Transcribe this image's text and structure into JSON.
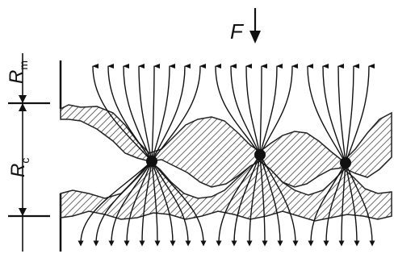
{
  "labels": {
    "force": "F",
    "rm_main": "R",
    "rm_sub": "m",
    "rc_main": "R",
    "rc_sub": "c"
  },
  "colors": {
    "ink": "#111111",
    "hatch": "#444444",
    "background": "#ffffff"
  },
  "icons": {
    "force_arrow": "down-arrow-icon"
  }
}
